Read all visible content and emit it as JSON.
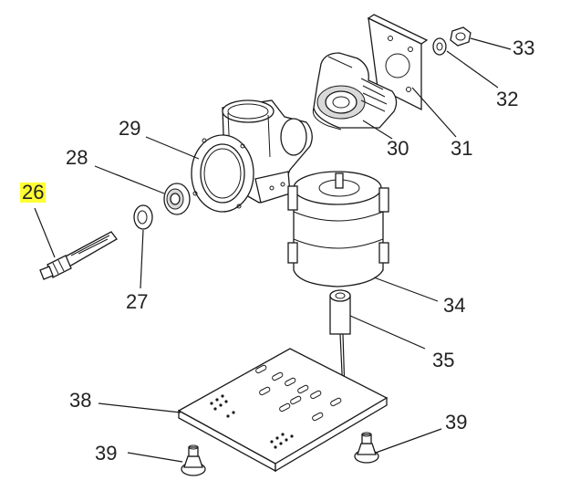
{
  "diagram": {
    "callouts": [
      {
        "id": "c26",
        "label": "26",
        "highlight": true
      },
      {
        "id": "c27",
        "label": "27"
      },
      {
        "id": "c28",
        "label": "28"
      },
      {
        "id": "c29",
        "label": "29"
      },
      {
        "id": "c30",
        "label": "30"
      },
      {
        "id": "c31",
        "label": "31"
      },
      {
        "id": "c32",
        "label": "32"
      },
      {
        "id": "c33",
        "label": "33"
      },
      {
        "id": "c34",
        "label": "34"
      },
      {
        "id": "c35",
        "label": "35"
      },
      {
        "id": "c38",
        "label": "38"
      },
      {
        "id": "c39a",
        "label": "39"
      },
      {
        "id": "c39b",
        "label": "39"
      }
    ],
    "highlight_color": "#ffff33",
    "line_color": "#1a1a1a"
  }
}
